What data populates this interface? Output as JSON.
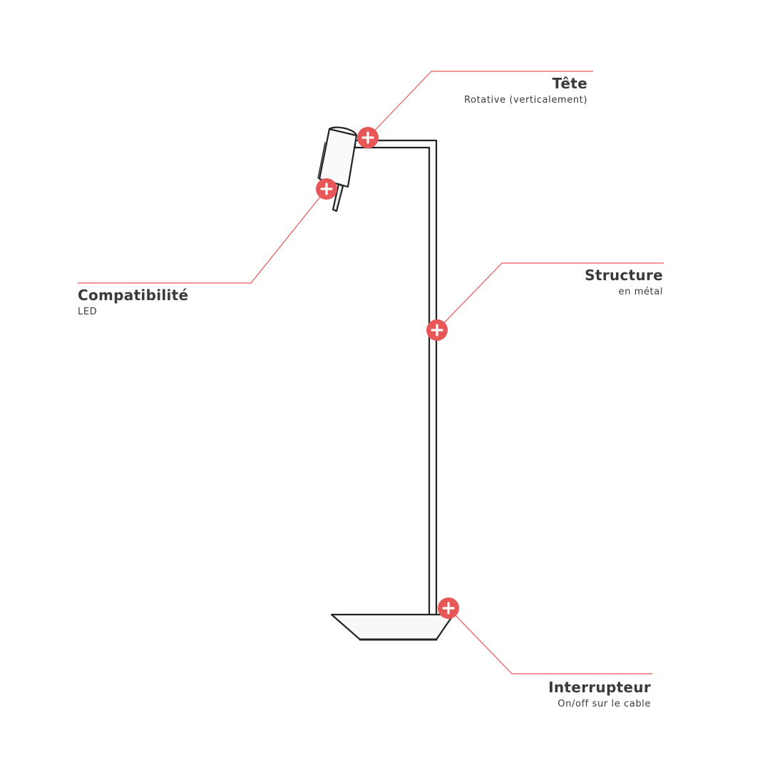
{
  "accent_color": "#e85757",
  "line_color": "#222222",
  "hotspots": [
    {
      "id": "tete",
      "title": "Tête",
      "subtitle": "Rotative (verticalement)",
      "icon": "plus-icon"
    },
    {
      "id": "compatibilite",
      "title": "Compatibilité",
      "subtitle": "LED",
      "icon": "plus-icon"
    },
    {
      "id": "structure",
      "title": "Structure",
      "subtitle": "en métal",
      "icon": "plus-icon"
    },
    {
      "id": "interrupteur",
      "title": "Interrupteur",
      "subtitle": "On/off sur le cable",
      "icon": "plus-icon"
    }
  ]
}
